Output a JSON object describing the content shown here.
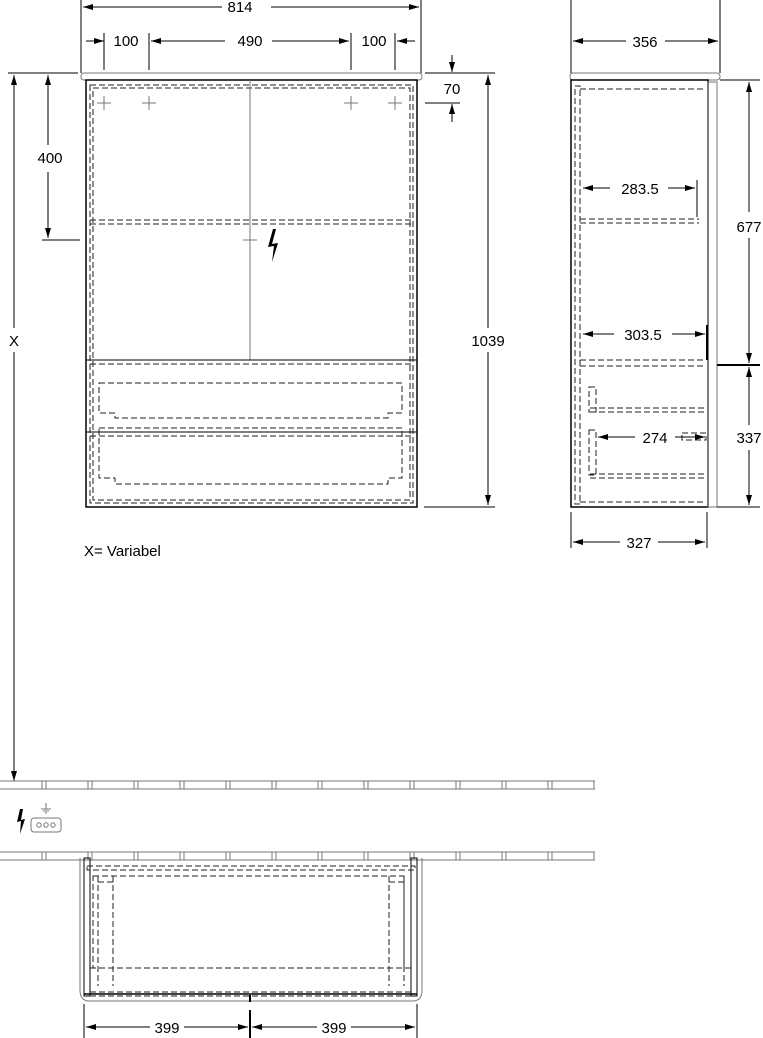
{
  "front_view": {
    "dim_total_width": "814",
    "dim_left_offset": "100",
    "dim_center": "490",
    "dim_right_offset": "100",
    "dim_top_offset": "70",
    "dim_upper_height": "400",
    "dim_total_height": "1039",
    "dim_variable": "X",
    "variable_note": "X= Variabel"
  },
  "side_view": {
    "dim_depth_top": "356",
    "dim_shelf_upper": "283.5",
    "dim_shelf_lower": "303.5",
    "dim_drawer_depth": "274",
    "dim_body_depth": "327",
    "dim_upper_section": "677",
    "dim_lower_section": "337"
  },
  "plan_view": {
    "dim_left_half": "399",
    "dim_right_half": "399"
  },
  "icons": [
    "lightning-icon",
    "socket-icon",
    "ground-icon"
  ]
}
